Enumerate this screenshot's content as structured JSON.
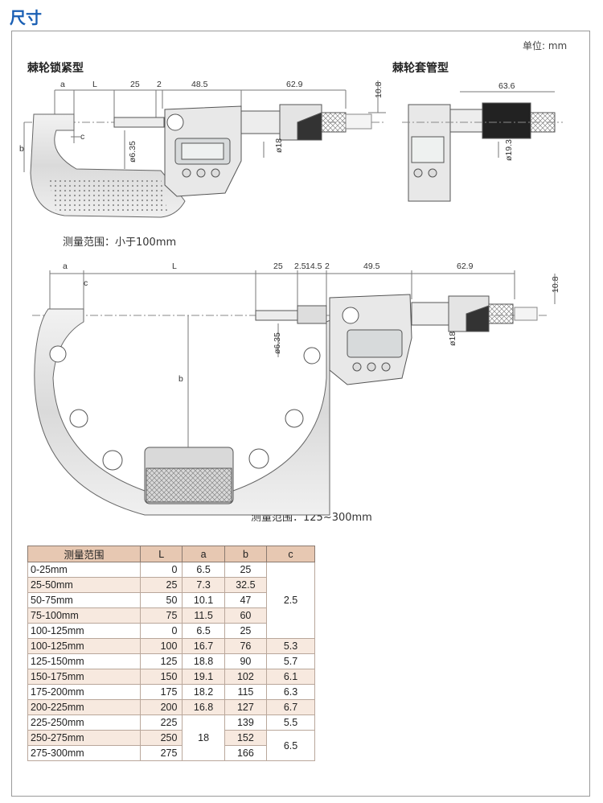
{
  "page_title": "尺寸",
  "unit_label": "单位: mm",
  "section1": {
    "caption_lock": "棘轮锁紧型",
    "caption_sleeve": "棘轮套管型",
    "range_note": "测量范围：小于100mm",
    "dims": {
      "a": "a",
      "L": "L",
      "d25": "25",
      "d2": "2",
      "d48": "48.5",
      "d629": "62.9",
      "d108": "10.8",
      "b": "b",
      "c": "c",
      "phi635": "ø6.35",
      "phi18": "ø18",
      "d636": "63.6",
      "phi193": "ø19.3"
    }
  },
  "section2": {
    "range_note": "测量范围：125~300mm",
    "dims": {
      "a": "a",
      "L": "L",
      "c": "c",
      "d25": "25",
      "d25b": "2.5",
      "d145": "14.5",
      "d2": "2",
      "d495": "49.5",
      "d629": "62.9",
      "d108": "10.8",
      "phi635": "ø6.35",
      "phi18": "ø18",
      "b": "b"
    }
  },
  "table": {
    "headers": [
      "测量范围",
      "L",
      "a",
      "b",
      "c"
    ],
    "rows": [
      {
        "range": "0-25mm",
        "L": "0",
        "a": "6.5",
        "b": "25"
      },
      {
        "range": "25-50mm",
        "L": "25",
        "a": "7.3",
        "b": "32.5"
      },
      {
        "range": "50-75mm",
        "L": "50",
        "a": "10.1",
        "b": "47"
      },
      {
        "range": "75-100mm",
        "L": "75",
        "a": "11.5",
        "b": "60"
      },
      {
        "range": "100-125mm",
        "L": "0",
        "a": "6.5",
        "b": "25"
      },
      {
        "range": "100-125mm",
        "L": "100",
        "a": "16.7",
        "b": "76",
        "c": "5.3"
      },
      {
        "range": "125-150mm",
        "L": "125",
        "a": "18.8",
        "b": "90",
        "c": "5.7"
      },
      {
        "range": "150-175mm",
        "L": "150",
        "a": "19.1",
        "b": "102",
        "c": "6.1"
      },
      {
        "range": "175-200mm",
        "L": "175",
        "a": "18.2",
        "b": "115",
        "c": "6.3"
      },
      {
        "range": "200-225mm",
        "L": "200",
        "a": "16.8",
        "b": "127",
        "c": "6.7"
      },
      {
        "range": "225-250mm",
        "L": "225",
        "b": "139",
        "c": "5.5"
      },
      {
        "range": "250-275mm",
        "L": "250",
        "b": "152"
      },
      {
        "range": "275-300mm",
        "L": "275",
        "b": "166"
      }
    ],
    "merged_c_first": "2.5",
    "merged_a_last": "18",
    "merged_c_last": "6.5"
  }
}
